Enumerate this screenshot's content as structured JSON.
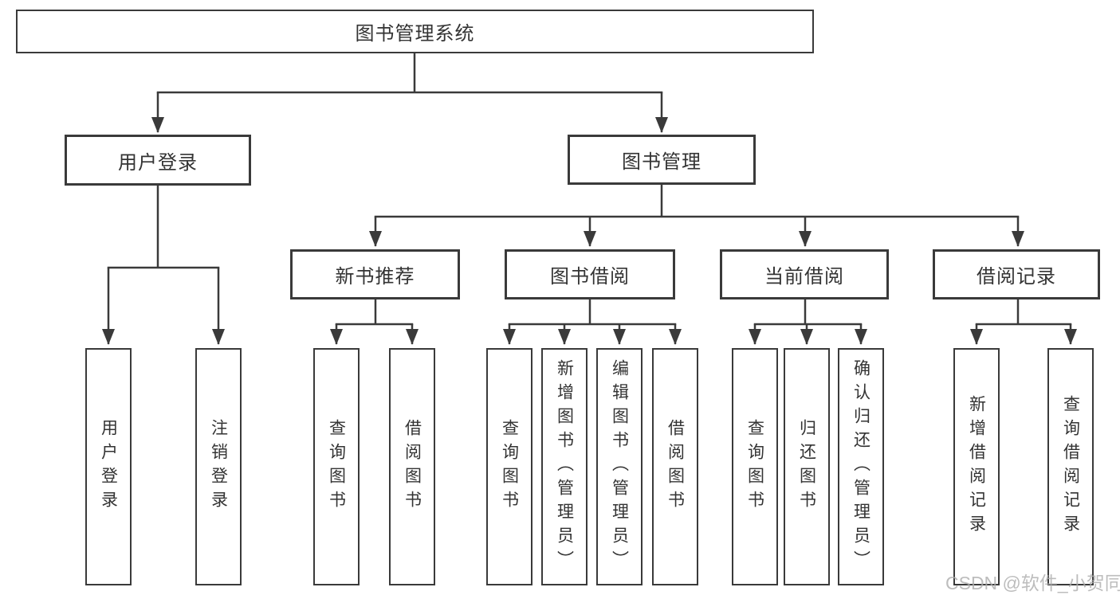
{
  "page": {
    "background_color": "#ffffff",
    "line_color": "#3a3a3a",
    "box_text_color": "#333333",
    "watermark_color": "#acacac"
  },
  "tree": {
    "root": {
      "label": "图书管理系统"
    },
    "branches": [
      {
        "label": "用户登录",
        "children": [
          {
            "label": "用户登录"
          },
          {
            "label": "注销登录"
          }
        ]
      },
      {
        "label": "图书管理",
        "children": [
          {
            "label": "新书推荐",
            "children": [
              {
                "label": "查询图书"
              },
              {
                "label": "借阅图书"
              }
            ]
          },
          {
            "label": "图书借阅",
            "children": [
              {
                "label": "查询图书"
              },
              {
                "label": "新增图书（管理员）"
              },
              {
                "label": "编辑图书（管理员）"
              },
              {
                "label": "借阅图书"
              }
            ]
          },
          {
            "label": "当前借阅",
            "children": [
              {
                "label": "查询图书"
              },
              {
                "label": "归还图书"
              },
              {
                "label": "确认归还（管理员）"
              }
            ]
          },
          {
            "label": "借阅记录",
            "children": [
              {
                "label": "新增借阅记录"
              },
              {
                "label": "查询借阅记录"
              }
            ]
          }
        ]
      }
    ]
  },
  "watermark": {
    "text": "CSDN @软件_小贺同学"
  }
}
